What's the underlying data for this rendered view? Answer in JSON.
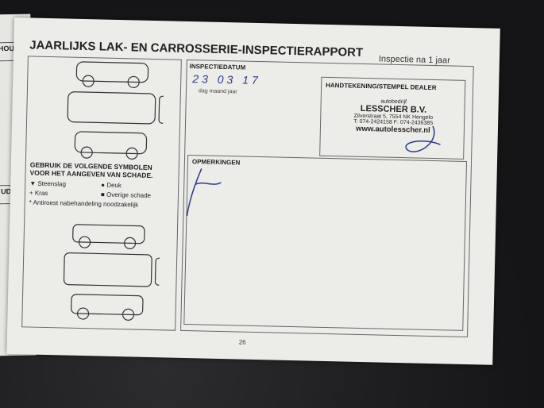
{
  "left_page": {
    "tab1": "HOUD",
    "tab2": "UD"
  },
  "title": "JAARLIJKS LAK- EN CARROSSERIE-INSPECTIERAPPORT",
  "subtitle": "Inspectie na 1 jaar",
  "inspection": {
    "label": "INSPECTIEDATUM",
    "date": "23 03 17",
    "hint": "dag maand jaar"
  },
  "dealer": {
    "label": "HANDTEKENING/STEMPEL DEALER",
    "stamp_small": "autobedrijf",
    "name": "LESSCHER B.V.",
    "address": "Zilverstraat 5, 7554 NK Hengelo",
    "phone": "T: 074-2424158 F: 074-2436385",
    "web": "www.autolesscher.nl"
  },
  "remarks_label": "OPMERKINGEN",
  "legend": {
    "heading": "GEBRUIK DE VOLGENDE SYMBOLEN VOOR HET AANGEVEN VAN SCHADE.",
    "items": [
      "Steenslag",
      "Deuk",
      "Kras",
      "Overige schade",
      "Antiroest nabehandeling noodzakelijk"
    ]
  },
  "page_number": "26"
}
